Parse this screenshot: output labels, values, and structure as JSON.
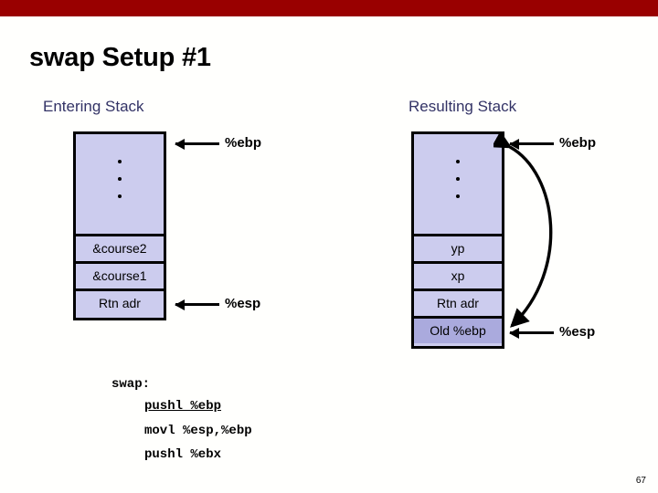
{
  "slide": {
    "title": "swap Setup #1",
    "page_number": "67",
    "banner_color": "#990000",
    "background_color": "#fffffd",
    "label_color": "#333366",
    "cell_fill": "#ccccee",
    "cell_fill_highlight": "#aaaadd"
  },
  "entering": {
    "heading": "Entering Stack",
    "dots": [
      "•",
      "•",
      "•"
    ],
    "cells": [
      {
        "label": "&course2",
        "highlight": false
      },
      {
        "label": "&course1",
        "highlight": false
      },
      {
        "label": "Rtn adr",
        "highlight": false
      }
    ],
    "pointers": [
      {
        "name": "ebp-pointer",
        "label": "%ebp"
      },
      {
        "name": "esp-pointer",
        "label": "%esp"
      }
    ]
  },
  "resulting": {
    "heading": "Resulting Stack",
    "dots": [
      "•",
      "•",
      "•"
    ],
    "cells": [
      {
        "label": "yp",
        "highlight": false
      },
      {
        "label": "xp",
        "highlight": false
      },
      {
        "label": "Rtn adr",
        "highlight": false
      },
      {
        "label": "Old %ebp",
        "highlight": true
      }
    ],
    "pointers": [
      {
        "name": "ebp-pointer",
        "label": "%ebp"
      },
      {
        "name": "esp-pointer",
        "label": "%esp"
      }
    ],
    "saved_ebp_link": "curved double-headed arrow from Old %ebp to %ebp"
  },
  "code": {
    "lines": [
      {
        "text": "swap:",
        "highlight": false
      },
      {
        "text": "pushl %ebp",
        "highlight": true
      },
      {
        "text": "movl %esp,%ebp",
        "highlight": false
      },
      {
        "text": "pushl %ebx",
        "highlight": false
      }
    ]
  }
}
